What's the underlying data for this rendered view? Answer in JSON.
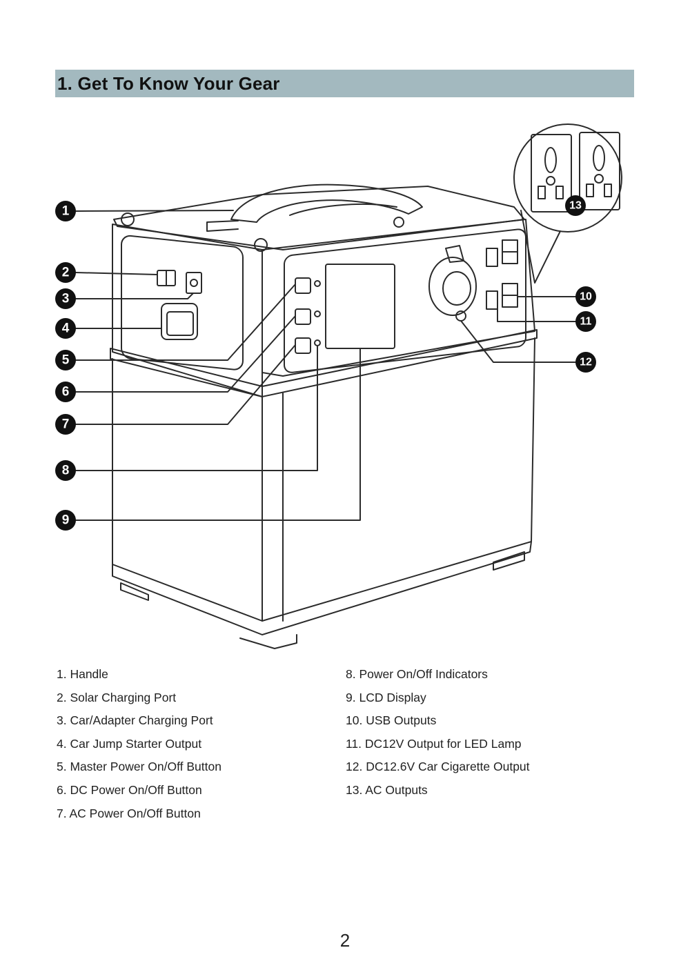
{
  "header": {
    "title": "1. Get To Know Your Gear"
  },
  "callouts": [
    "1",
    "2",
    "3",
    "4",
    "5",
    "6",
    "7",
    "8",
    "9",
    "10",
    "11",
    "12",
    "13"
  ],
  "legend": {
    "left": [
      "1. Handle",
      "2. Solar Charging Port",
      "3. Car/Adapter Charging Port",
      "4. Car Jump Starter Output",
      "5. Master Power On/Off Button",
      "6. DC Power On/Off Button",
      "7. AC Power On/Off Button"
    ],
    "right": [
      "8. Power On/Off Indicators",
      "9. LCD Display",
      "10. USB Outputs",
      "11. DC12V Output for LED Lamp",
      "12. DC12.6V Car Cigarette Output",
      "13. AC Outputs"
    ]
  },
  "page_number": "2",
  "colors": {
    "header_band": "#a3b9bf",
    "line": "#2a2a2a",
    "badge": "#111111"
  }
}
